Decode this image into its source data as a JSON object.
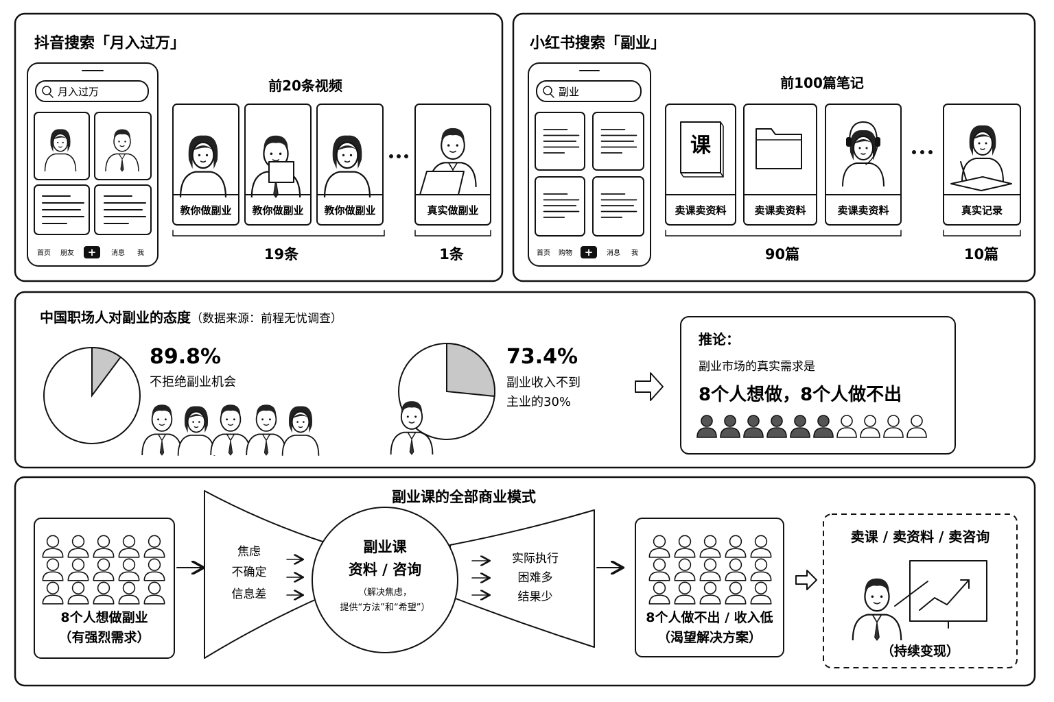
{
  "douyin": {
    "title": "抖音搜索「月入过万」",
    "search_text": "月入过万",
    "nav": [
      "首页",
      "朋友",
      "+",
      "消息",
      "我"
    ],
    "subtitle": "前20条视频",
    "cards": [
      "教你做副业",
      "教你做副业",
      "教你做副业",
      "真实做副业"
    ],
    "count_left": "19条",
    "count_right": "1条"
  },
  "xhs": {
    "title": "小红书搜索「副业」",
    "search_text": "副业",
    "nav": [
      "首页",
      "购物",
      "+",
      "消息",
      "我"
    ],
    "subtitle": "前100篇笔记",
    "book_char": "课",
    "cards": [
      "卖课卖资料",
      "卖课卖资料",
      "卖课卖资料",
      "真实记录"
    ],
    "count_left": "90篇",
    "count_right": "10篇"
  },
  "attitude": {
    "title": "中国职场人对副业的态度",
    "source": "（数据来源：前程无忧调查）",
    "stat1": {
      "value": "89.8%",
      "label": "不拒绝副业机会",
      "fraction": 0.898
    },
    "stat2": {
      "value": "73.4%",
      "label_line1": "副业收入不到",
      "label_line2": "主业的30%",
      "fraction": 0.734
    },
    "inference": {
      "heading": "推论：",
      "line1": "副业市场的真实需求是",
      "highlight": "8个人想做，8个人做不出",
      "people_total": 10,
      "people_filled": 6
    }
  },
  "business": {
    "title": "副业课的全部商业模式",
    "left_box": {
      "line1": "8个人想做副业",
      "line2": "（有强烈需求）"
    },
    "inputs": [
      "焦虑",
      "不确定",
      "信息差"
    ],
    "center": {
      "line1": "副业课",
      "line2": "资料 / 咨询",
      "line3": "（解决焦虑，",
      "line4": "提供“方法”和“希望”）"
    },
    "outputs": [
      "实际执行",
      "困难多",
      "结果少"
    ],
    "right_box": {
      "line1": "8个人做不出 / 收入低",
      "line2": "（渴望解决方案）"
    },
    "final": {
      "title": "卖课 / 卖资料 / 卖咨询",
      "subtitle": "（持续变现）"
    }
  },
  "colors": {
    "ink": "#111111",
    "gray_fill": "#c8c8c8",
    "dark_person": "#555555",
    "background": "#ffffff"
  }
}
